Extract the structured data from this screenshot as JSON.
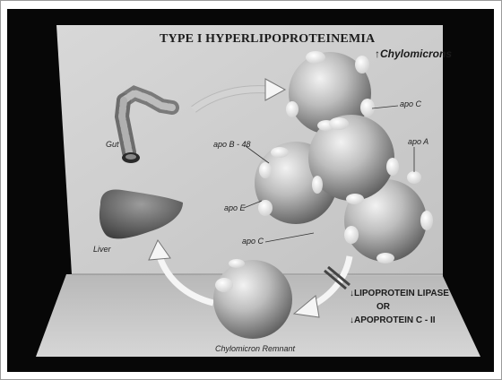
{
  "title": "TYPE I HYPERLIPOPROTEINEMIA",
  "header_arrow": "↑",
  "header_result": "Chylomicrons",
  "labels": {
    "gut": "Gut",
    "liver": "Liver",
    "apo_b48": "apo B - 48",
    "apo_e": "apo E",
    "apo_c_left": "apo C",
    "apo_c_right": "apo C",
    "apo_a": "apo A",
    "remnant": "Chylomicron Remnant"
  },
  "deficiency": {
    "arrow": "↓",
    "line1": "LIPOPROTEIN LIPASE",
    "line2": "OR",
    "line3": "APOPROTEIN C - II"
  }
}
